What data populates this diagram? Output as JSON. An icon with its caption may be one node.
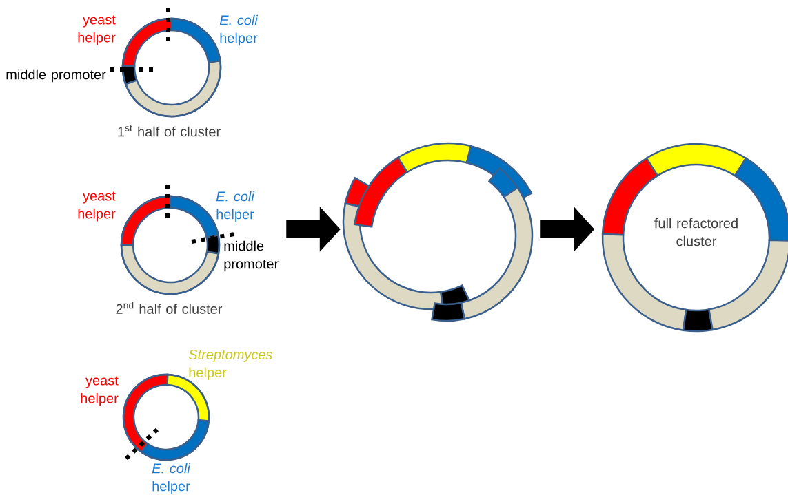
{
  "diagram": {
    "nodes": [
      {
        "text": [],
        "shape": "circle",
        "beside": [
          "yeast helper",
          "*E. coli* helper",
          "middle promoter",
          "1$^{st}$ half of cluster"
        ]
      },
      {
        "text": [],
        "shape": "circle",
        "beside": [
          "yeast helper",
          "*E. coli* helper",
          "middle promoter",
          "2$^{nd}$ half of cluster"
        ]
      },
      {
        "text": [],
        "shape": "circle",
        "beside": [
          "*Streptomyces* helper",
          "yeast helper",
          "*E. coli* helper"
        ]
      },
      {
        "text": [],
        "shape": "picture"
      },
      {
        "text": [
          "full refactored cluster"
        ]
      }
    ],
    "edges": [
      {
        "from": 1,
        "to": 3,
        "arrow": "to"
      },
      {
        "from": 3,
        "to": 4,
        "arrow": "to"
      }
    ]
  }
}
